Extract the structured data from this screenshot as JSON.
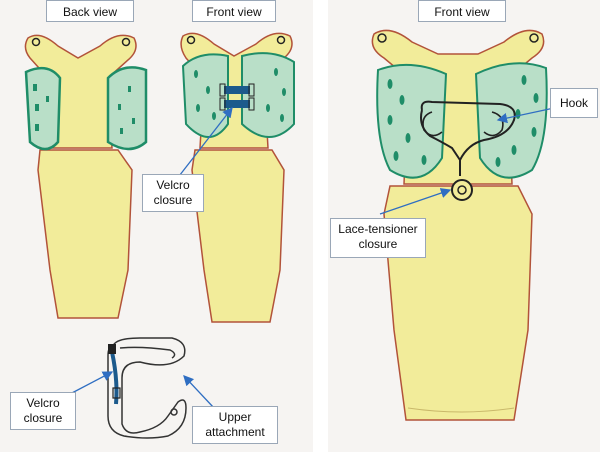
{
  "left_panel": {
    "back_view_label": "Back view",
    "front_view_label": "Front view",
    "velcro_top": {
      "line1": "Velcro",
      "line2": "closure"
    },
    "velcro_bottom": {
      "line1": "Velcro",
      "line2": "closure"
    },
    "upper_attachment": {
      "line1": "Upper",
      "line2": "attachment"
    }
  },
  "right_panel": {
    "front_view_label": "Front view",
    "hook_label": "Hook",
    "lace": {
      "line1": "Lace-tensioner",
      "line2": "closure"
    }
  },
  "colors": {
    "splint_fill": "#f2ec9a",
    "outline_red": "#b2533a",
    "wing_fill": "#b9dfc8",
    "wing_edge": "#1f8d68",
    "strap_blue": "#1c5a8c",
    "arrow_blue": "#2f6ec2",
    "label_border": "#9aa7b7"
  }
}
